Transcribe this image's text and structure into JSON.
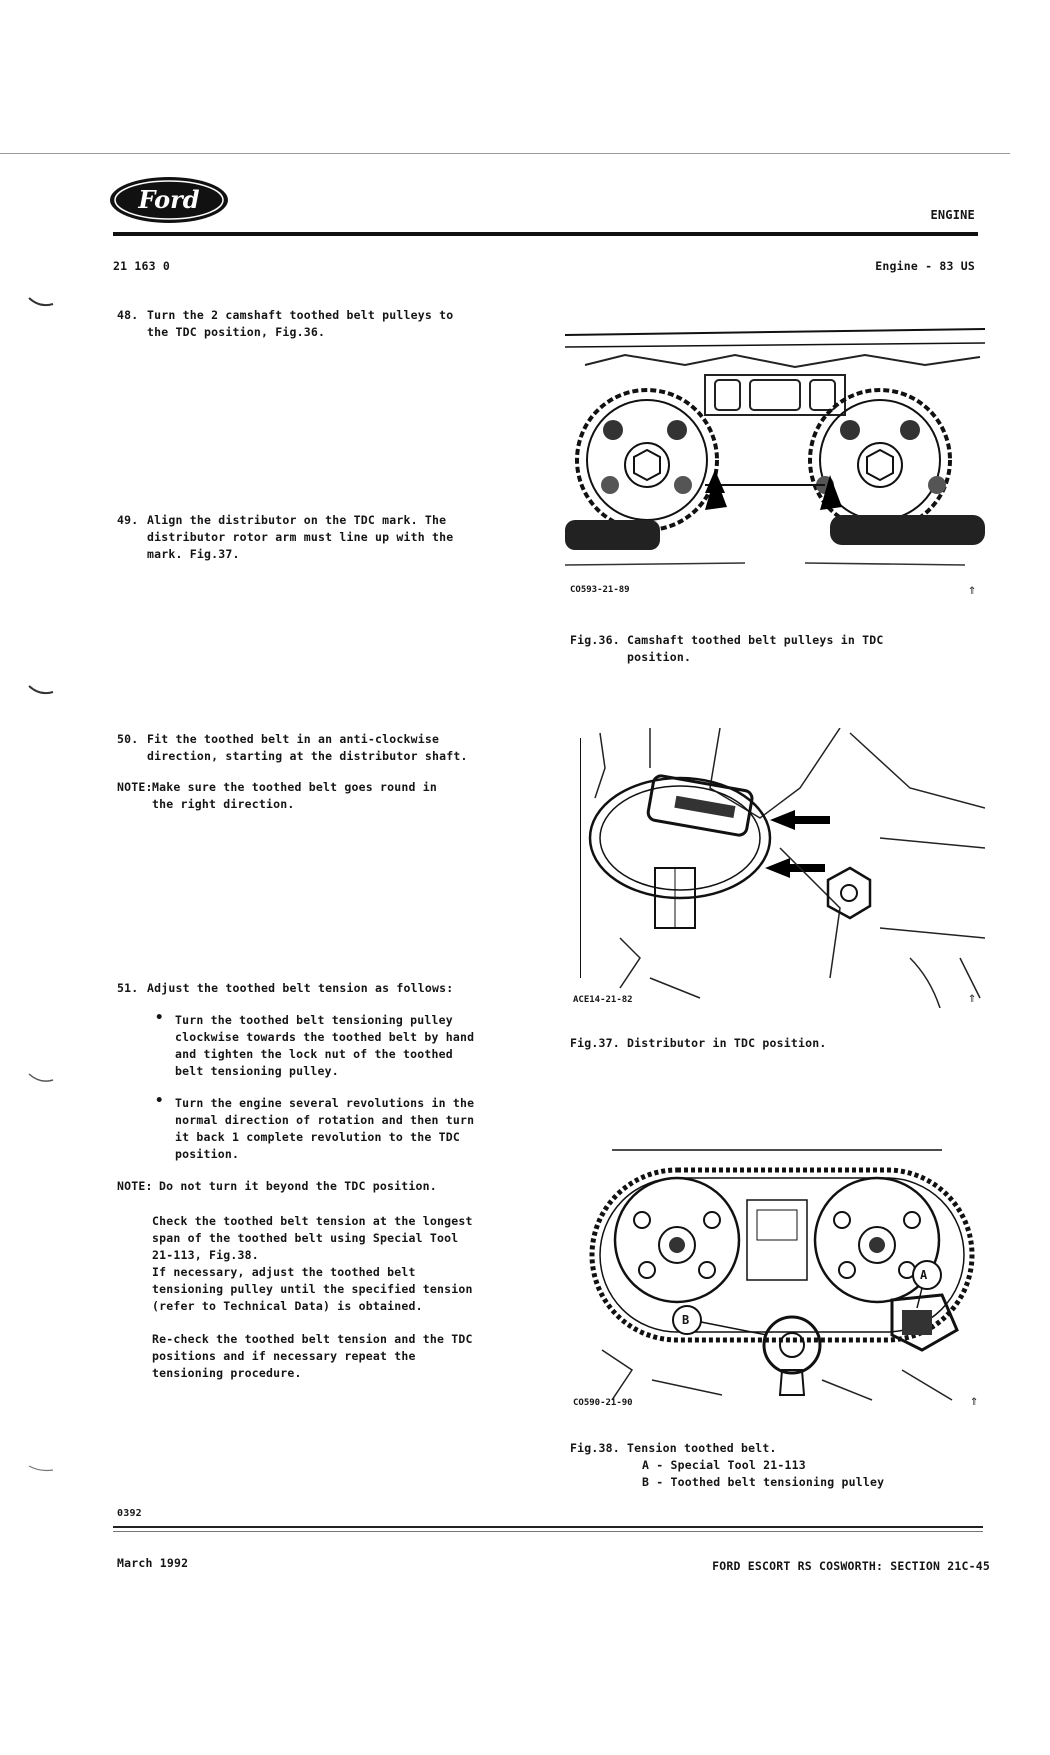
{
  "header": {
    "logo_text": "Ford",
    "section": "ENGINE",
    "doc_number": "21 163 0",
    "subsection": "Engine - 83 US"
  },
  "steps": {
    "s48": {
      "num": "48.",
      "text": "Turn the 2 camshaft toothed belt pulleys to\nthe TDC position, Fig.36."
    },
    "s49": {
      "num": "49.",
      "text": "Align the distributor on the TDC mark. The\ndistributor rotor arm must line up with the\nmark. Fig.37."
    },
    "s50": {
      "num": "50.",
      "text": "Fit the toothed belt in an anti-clockwise\ndirection, starting at the distributor shaft."
    },
    "note1": {
      "label": "NOTE:",
      "text": "Make sure the toothed belt goes round in\nthe right direction."
    },
    "s51": {
      "num": "51.",
      "text": "Adjust the toothed belt tension as follows:"
    },
    "bullet1": "Turn the toothed belt tensioning pulley\nclockwise towards the toothed belt by hand\nand tighten the lock nut of the toothed\nbelt tensioning pulley.",
    "bullet2": "Turn the engine several revolutions in the\nnormal direction of rotation and then turn\nit back 1 complete revolution to the TDC\nposition.",
    "note2": {
      "label": "NOTE:",
      "text": "Do not turn it beyond the TDC position."
    },
    "para1": "Check the toothed belt tension at the longest\nspan of the toothed belt using Special Tool\n21-113, Fig.38.\nIf necessary, adjust the toothed belt\ntensioning pulley until the specified tension\n(refer to Technical Data) is obtained.",
    "para2": "Re-check the toothed belt tension and the TDC\npositions and if necessary repeat the\ntensioning procedure."
  },
  "figures": {
    "fig36": {
      "code": "CO593-21-89",
      "caption": "Fig.36. Camshaft toothed belt pulleys in TDC\n        position."
    },
    "fig37": {
      "code": "ACE14-21-82",
      "caption": "Fig.37. Distributor in TDC position."
    },
    "fig38": {
      "code": "CO590-21-90",
      "caption": "Fig.38. Tension toothed belt.",
      "legend_a": "A - Special Tool 21-113",
      "legend_b": "B - Toothed belt tensioning pulley",
      "label_a": "A",
      "label_b": "B"
    }
  },
  "footer": {
    "page_code": "0392",
    "date": "March 1992",
    "title": "FORD ESCORT RS COSWORTH: SECTION 21C-45"
  }
}
